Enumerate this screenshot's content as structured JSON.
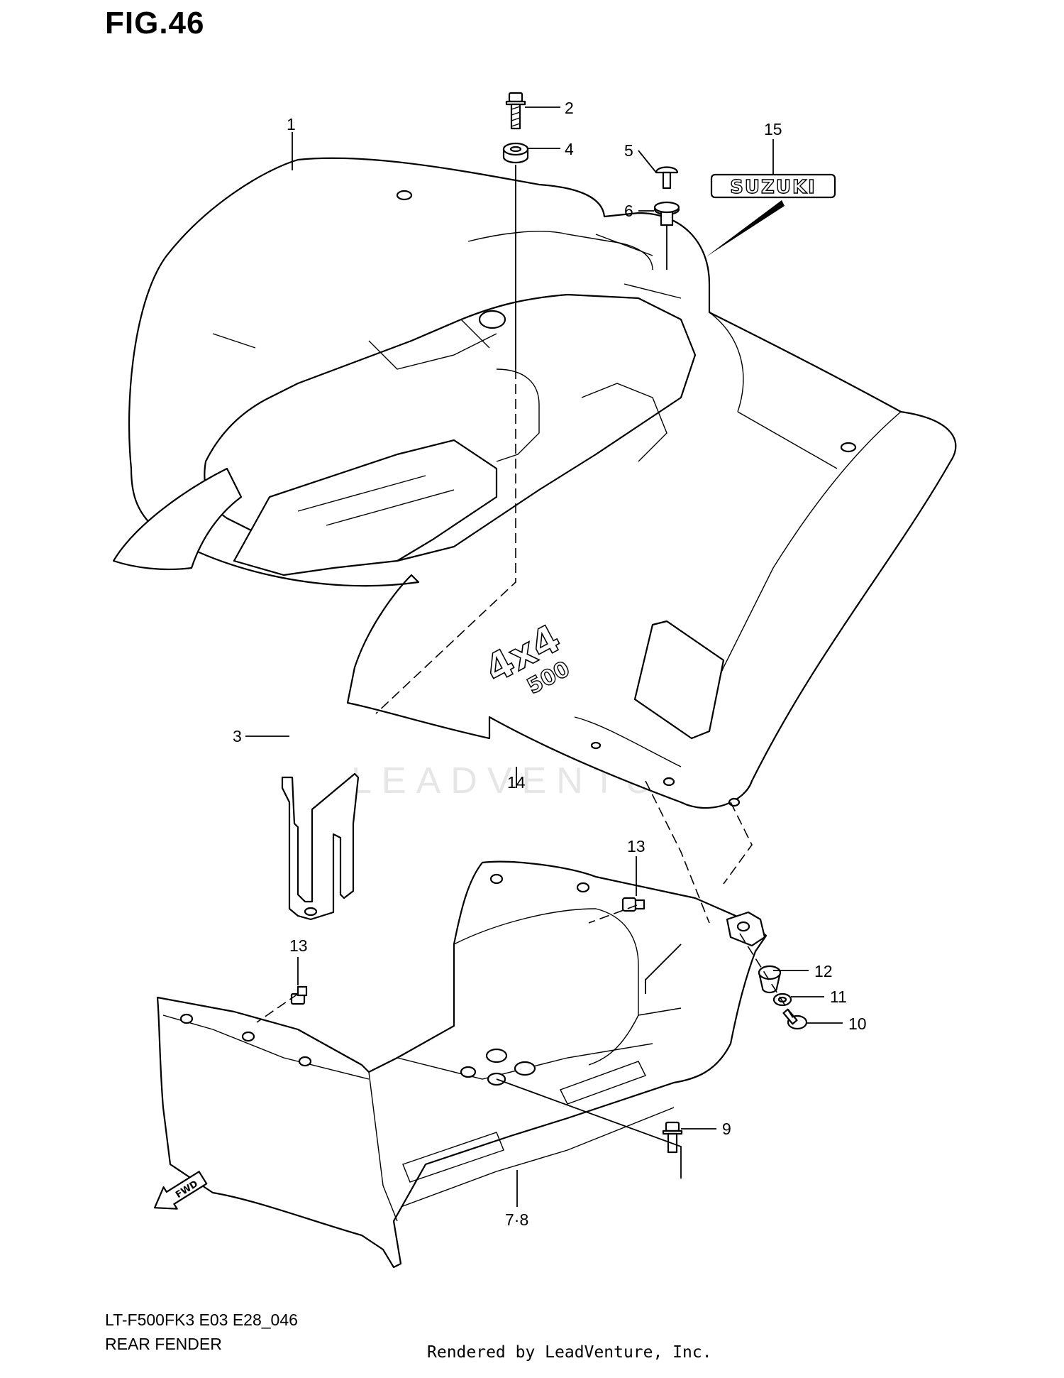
{
  "figure": {
    "title": "FIG.46"
  },
  "footer": {
    "model_code": "LT-F500FK3 E03 E28_046",
    "section_name": "REAR FENDER",
    "rendered_by": "Rendered by LeadVenture, Inc."
  },
  "watermark": {
    "text": "LEADVENTURE"
  },
  "labels": {
    "fender_badge": "SUZUKI",
    "decal_4x4": "4x4",
    "decal_500": "500",
    "fwd_arrow": "FWD"
  },
  "callouts": {
    "c1": "1",
    "c2": "2",
    "c3": "3",
    "c4": "4",
    "c5": "5",
    "c6": "6",
    "c78": "7·8",
    "c9": "9",
    "c10": "10",
    "c11": "11",
    "c12": "12",
    "c13a": "13",
    "c13b": "13",
    "c14": "14",
    "c15": "15"
  }
}
